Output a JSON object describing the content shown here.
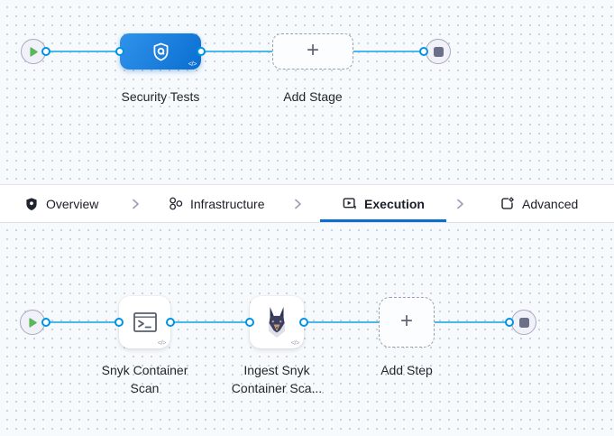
{
  "stage_flow": {
    "stage_label": "Security Tests",
    "add_stage_label": "Add Stage",
    "add_icon": "+",
    "code_badge": "</>"
  },
  "tab_bar": {
    "active_tab": "Execution",
    "tabs": [
      {
        "label": "Overview",
        "icon": "shield-icon"
      },
      {
        "label": "Infrastructure",
        "icon": "nodes-icon"
      },
      {
        "label": "Execution",
        "icon": "play-square-icon"
      },
      {
        "label": "Advanced",
        "icon": "gear-square-icon"
      }
    ],
    "separator_icon": "chevron-right-icon"
  },
  "step_flow": {
    "steps": [
      {
        "label": "Snyk Container Scan",
        "icon": "terminal-icon"
      },
      {
        "label": "Ingest Snyk Container Sca...",
        "icon": "snyk-dog-icon"
      }
    ],
    "add_step_label": "Add Step",
    "add_icon": "+",
    "code_badge": "</>"
  },
  "icons": {
    "start_node": "play-icon",
    "end_node": "stop-icon",
    "stage": "shield-scan-icon"
  },
  "colors": {
    "accent_blue": "#0b6fd1",
    "flow_line": "#49b8ed",
    "connector_ring": "#0092e4",
    "stage_gradient_start": "#3093ea",
    "stage_gradient_end": "#0a6ed2",
    "play_green": "#5cb65e",
    "stop_gray": "#6b6f87",
    "canvas_bg": "#f7fafd"
  }
}
